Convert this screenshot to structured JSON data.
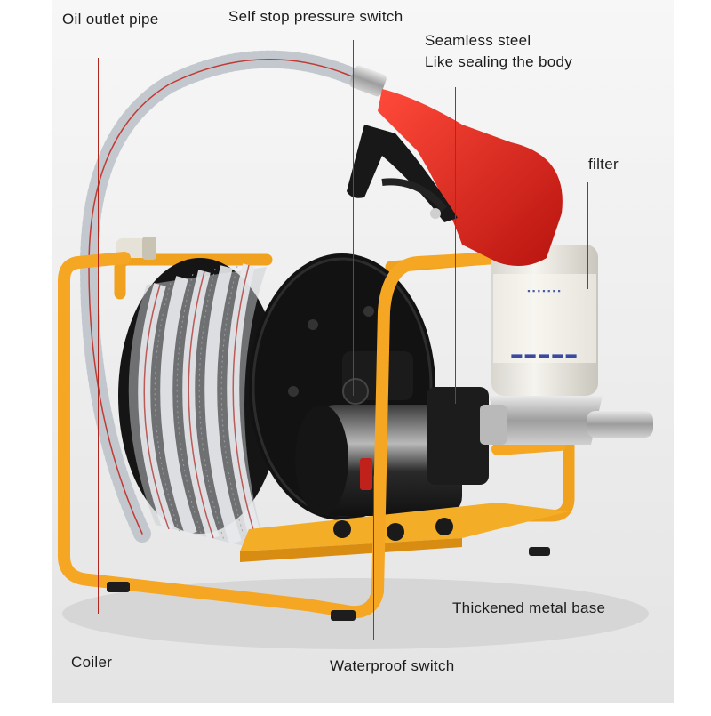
{
  "labels": {
    "oil_outlet_pipe": "Oil outlet pipe",
    "self_stop_pressure_switch": "Self stop pressure switch",
    "seamless_steel_line1": "Seamless steel",
    "seamless_steel_line2": "Like sealing the body",
    "filter": "filter",
    "thickened_metal_base": "Thickened metal base",
    "coiler": "Coiler",
    "waterproof_switch": "Waterproof switch"
  },
  "colors": {
    "frame": "#f0a21e",
    "nozzle": "#e0201c",
    "reel": "#141414",
    "leader_lines": "#b0271f",
    "background": "#efefef"
  }
}
